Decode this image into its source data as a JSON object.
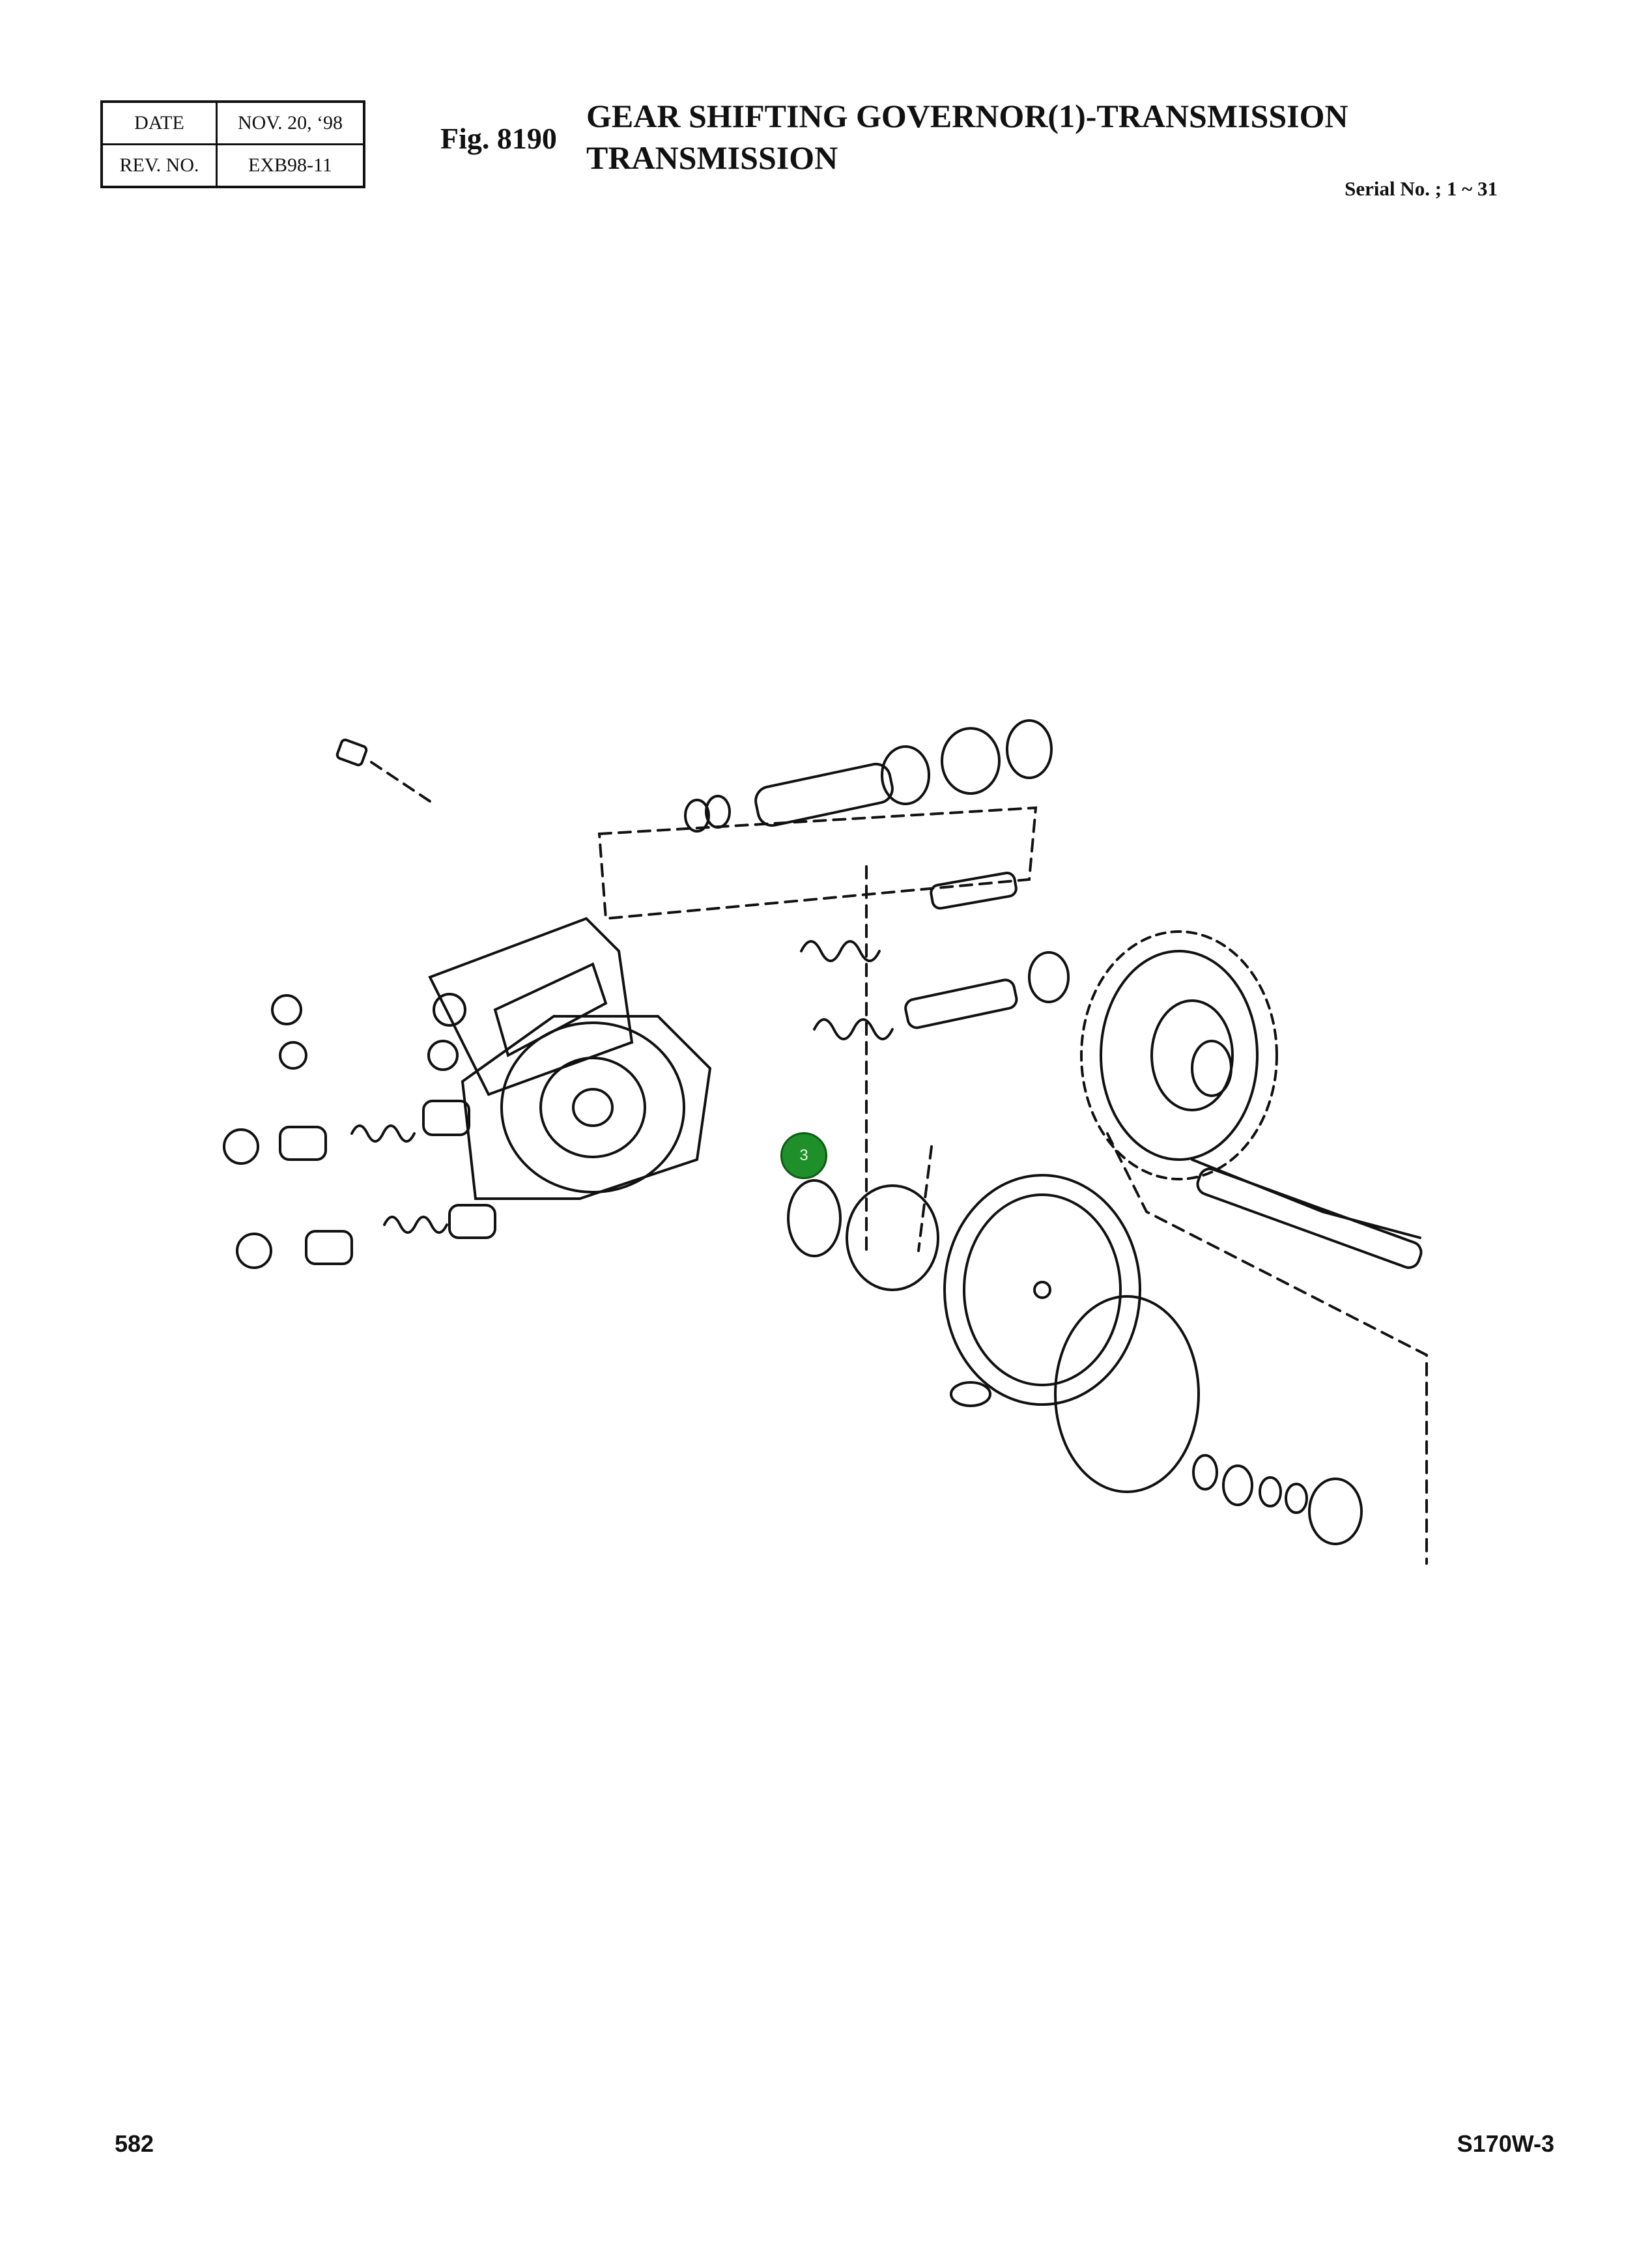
{
  "revision": {
    "date_label": "DATE",
    "date_value": "NOV. 20, ‘98",
    "rev_label": "REV. NO.",
    "rev_value": "EXB98-11"
  },
  "figure": {
    "number": "Fig. 8190",
    "title_line1": "GEAR SHIFTING GOVERNOR(1)-TRANSMISSION",
    "title_line2": "TRANSMISSION",
    "serial": "Serial No. ; 1 ~ 31"
  },
  "callouts": [
    {
      "label": "3",
      "color": "#1f8f2a"
    }
  ],
  "footer": {
    "page": "582",
    "model": "S170W-3"
  }
}
